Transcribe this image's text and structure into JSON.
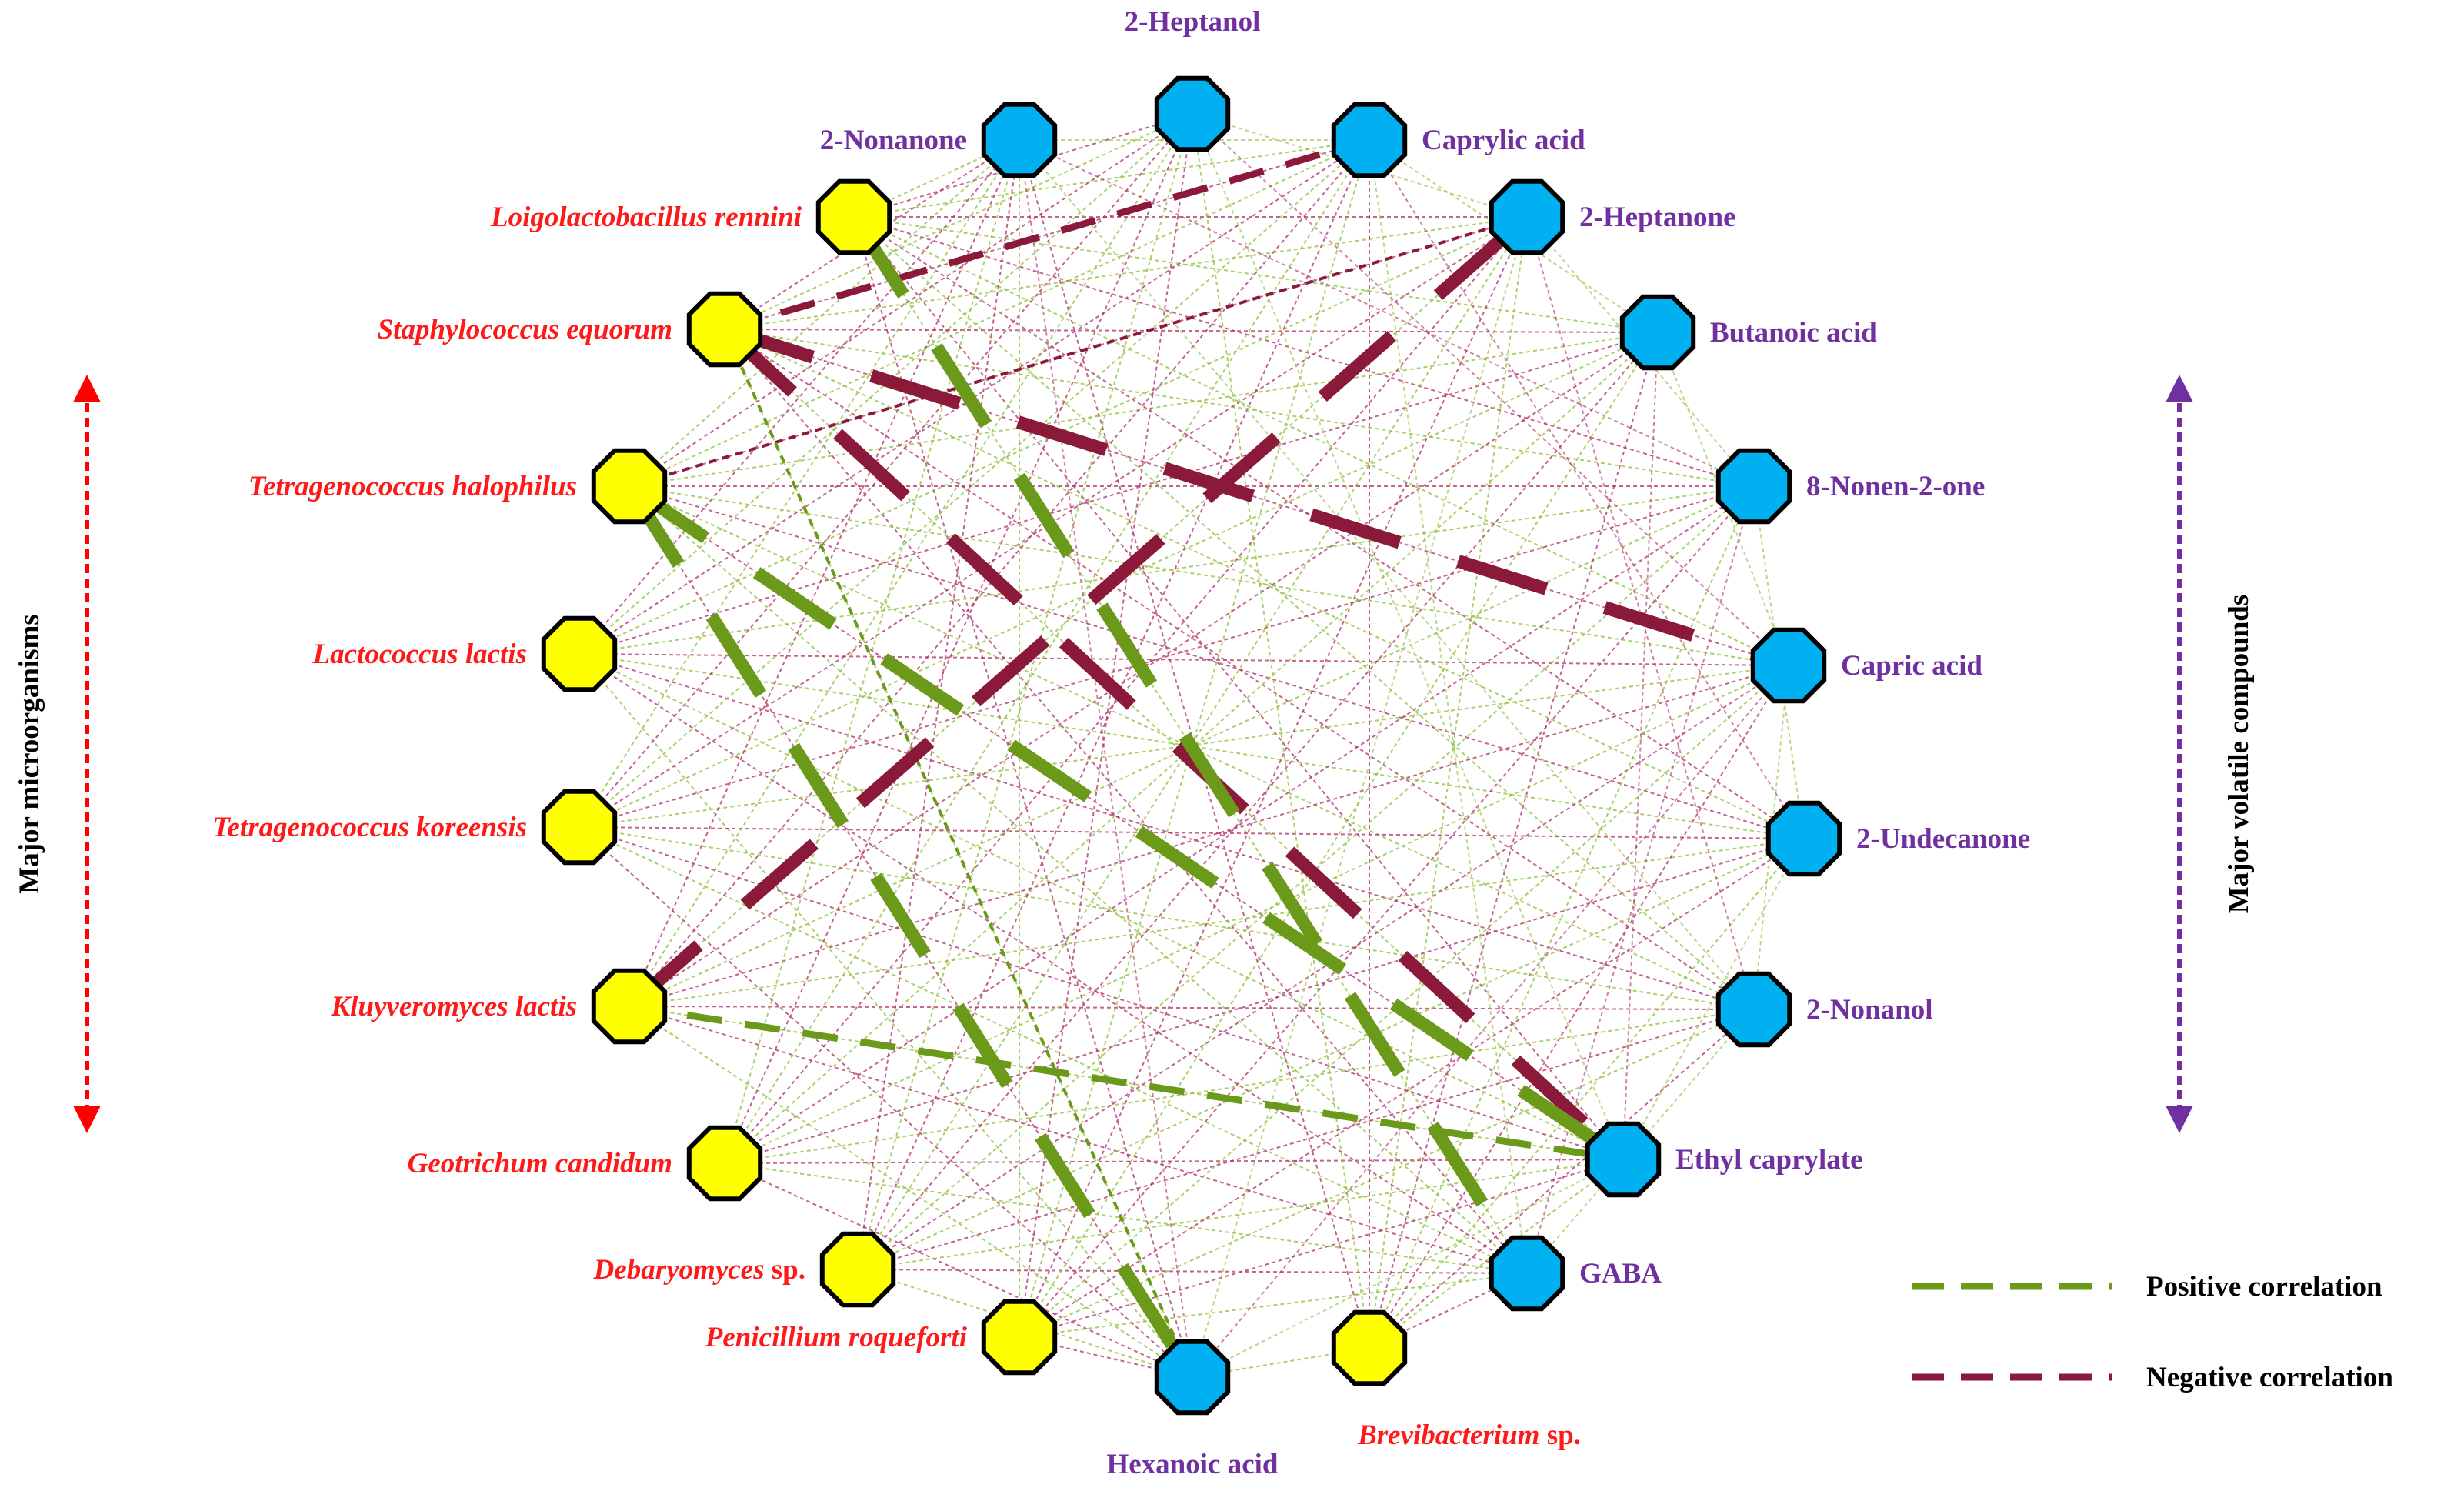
{
  "colors": {
    "microbe_node": "#ffff00",
    "compound_node": "#00b0f0",
    "node_stroke": "#000000",
    "microbe_label": "#ff1a1a",
    "compound_label": "#7030a0",
    "positive": "#6b9a1a",
    "negative": "#8b1a3a",
    "weak_positive": "#8fbf3a",
    "weak_negative": "#b0306a",
    "left_arrow": "#ff0000",
    "right_arrow": "#7030a0"
  },
  "side_labels": {
    "left": "Major microorganisms",
    "right": "Major volatile compounds"
  },
  "legend": {
    "positive": "Positive correlation",
    "negative": "Negative correlation"
  },
  "microorganisms": [
    {
      "id": "m1",
      "name": "Loigolactobacillus rennini"
    },
    {
      "id": "m2",
      "name": "Staphylococcus equorum"
    },
    {
      "id": "m3",
      "name": "Tetragenococcus halophilus"
    },
    {
      "id": "m4",
      "name": "Lactococcus lactis"
    },
    {
      "id": "m5",
      "name": "Tetragenococcus koreensis"
    },
    {
      "id": "m6",
      "name": "Kluyveromyces lactis"
    },
    {
      "id": "m7",
      "name": "Geotrichum candidum"
    },
    {
      "id": "m8",
      "name": "Debaryomyces",
      "suffix": " sp."
    },
    {
      "id": "m9",
      "name": "Penicillium roqueforti"
    },
    {
      "id": "m10",
      "name": "Brevibacterium",
      "suffix": " sp."
    }
  ],
  "compounds": [
    {
      "id": "c1",
      "name": "2-Nonanone"
    },
    {
      "id": "c2",
      "name": "2-Heptanol"
    },
    {
      "id": "c3",
      "name": "Caprylic acid"
    },
    {
      "id": "c4",
      "name": "2-Heptanone"
    },
    {
      "id": "c5",
      "name": "Butanoic acid"
    },
    {
      "id": "c6",
      "name": "8-Nonen-2-one"
    },
    {
      "id": "c7",
      "name": "Capric acid"
    },
    {
      "id": "c8",
      "name": "2-Undecanone"
    },
    {
      "id": "c9",
      "name": "2-Nonanol"
    },
    {
      "id": "c10",
      "name": "Ethyl caprylate"
    },
    {
      "id": "c11",
      "name": "GABA"
    },
    {
      "id": "c12",
      "name": "Hexanoic acid"
    }
  ],
  "strong_correlations": [
    {
      "from": "m2",
      "to": "c3",
      "sign": "negative",
      "style": "dashed",
      "strength": "medium"
    },
    {
      "from": "m3",
      "to": "c4",
      "sign": "negative",
      "style": "dashed",
      "strength": "thin"
    },
    {
      "from": "m2",
      "to": "c12",
      "sign": "positive",
      "style": "dashed",
      "strength": "thin"
    },
    {
      "from": "m6",
      "to": "c10",
      "sign": "positive",
      "style": "dashed",
      "strength": "medium"
    },
    {
      "from": "m6",
      "to": "c4",
      "sign": "negative",
      "style": "dashed",
      "strength": "thick"
    },
    {
      "from": "m2",
      "to": "c7",
      "sign": "negative",
      "style": "dashed",
      "strength": "thick"
    },
    {
      "from": "m2",
      "to": "c10",
      "sign": "negative",
      "style": "dashed",
      "strength": "thick"
    },
    {
      "from": "m3",
      "to": "c10",
      "sign": "positive",
      "style": "dashed",
      "strength": "thick"
    },
    {
      "from": "m1",
      "to": "c11",
      "sign": "positive",
      "style": "dashed",
      "strength": "thick"
    },
    {
      "from": "m3",
      "to": "c12",
      "sign": "positive",
      "style": "dashed",
      "strength": "thick"
    }
  ]
}
